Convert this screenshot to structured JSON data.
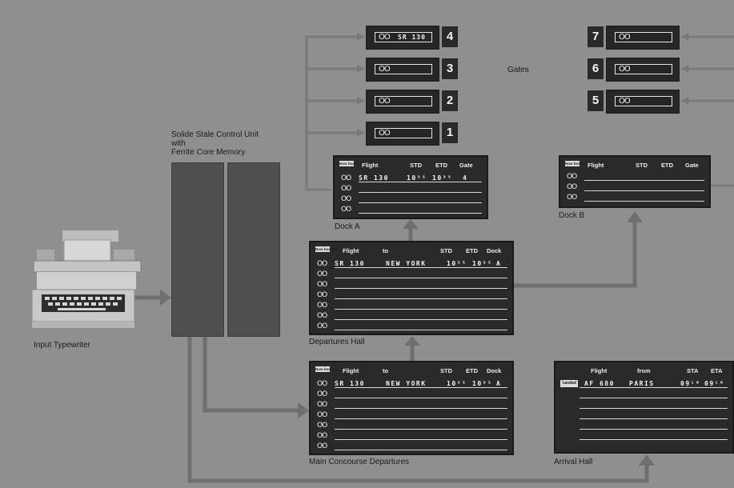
{
  "labels": {
    "typewriter": "Input Typewriter",
    "control_unit": [
      "Solide Stale Control Unit",
      "with",
      "Ferrite Core Memory"
    ],
    "gates": "Gates",
    "dock_a": "Dock A",
    "dock_b": "Dock B",
    "departures_hall": "Departures Hall",
    "main_concourse": "Main Concourse Departures",
    "arrival_hall": "Arrival Hall"
  },
  "gates_left": [
    {
      "number": "4",
      "text": "SR 130"
    },
    {
      "number": "3",
      "text": ""
    },
    {
      "number": "2",
      "text": ""
    },
    {
      "number": "1",
      "text": ""
    }
  ],
  "gates_right": [
    {
      "number": "7",
      "text": ""
    },
    {
      "number": "6",
      "text": ""
    },
    {
      "number": "5",
      "text": ""
    }
  ],
  "lamp_glyph": "OO",
  "dock_a": {
    "headers": {
      "now_boarding": "Now boarding",
      "flight": "Flight",
      "std": "STD",
      "etd": "ETD",
      "gate": "Gate"
    },
    "row1": {
      "flight": "SR 130",
      "std": "10³⁵",
      "etd": "10³⁵",
      "gate": "4"
    }
  },
  "dock_b": {
    "headers": {
      "now_boarding": "Now boarding",
      "flight": "Flight",
      "std": "STD",
      "etd": "ETD",
      "gate": "Gate"
    }
  },
  "departures_hall": {
    "headers": {
      "now_boarding": "Now boarding",
      "flight": "Flight",
      "to": "to",
      "std": "STD",
      "etd": "ETD",
      "dock": "Dock"
    },
    "row1": {
      "flight": "SR 130",
      "to": "NEW YORK",
      "std": "10³⁵",
      "etd": "10³⁵",
      "dock": "A"
    }
  },
  "main_concourse": {
    "headers": {
      "now_boarding": "Now boarding",
      "flight": "Flight",
      "to": "to",
      "std": "STD",
      "etd": "ETD",
      "dock": "Dock"
    },
    "row1": {
      "flight": "SR 130",
      "to": "NEW YORK",
      "std": "10³⁵",
      "etd": "10³⁵",
      "dock": "A"
    }
  },
  "arrival_hall": {
    "headers": {
      "flight": "Flight",
      "from": "from",
      "sta": "STA",
      "eta": "ETA"
    },
    "row1": {
      "status": "landed",
      "flight": "AF 680",
      "from": "PARIS",
      "sta": "09¹⁰",
      "eta": "09¹⁰"
    }
  },
  "colors": {
    "background": "#8f8f8f",
    "arrow": "#6e6e6e",
    "board": "#2a2a2a",
    "unit": "#4f4f4f"
  }
}
